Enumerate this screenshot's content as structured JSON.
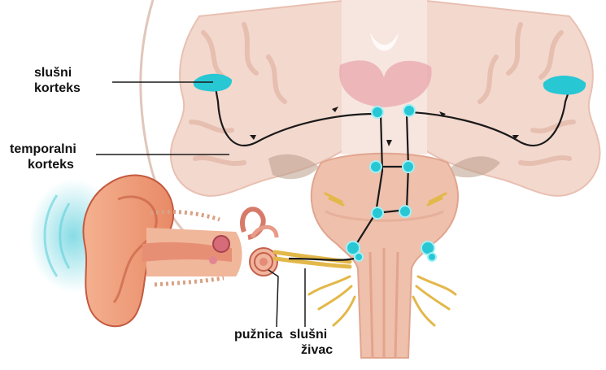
{
  "labels": {
    "auditory_cortex": [
      "slušni",
      "korteks"
    ],
    "temporal_cortex": [
      "temporalni",
      "korteks"
    ],
    "cochlea": "pužnica",
    "auditory_nerve": [
      "slušni",
      "živac"
    ]
  },
  "colors": {
    "brain_tissue": "#f3d8cd",
    "brain_outline": "#e8c0b2",
    "brain_inner": "#f7e6df",
    "ventricle": "#e9a7ae",
    "brainstem": "#efc0ac",
    "ear_skin": "#ee9e78",
    "ear_dark": "#c45a3f",
    "auditory_nucleus": "#27c7d4",
    "pathway_line": "#1a1a1a",
    "nerve": "#e3b84a",
    "sound_wave": "#5fd0dc",
    "label_text": "#111111"
  },
  "icons": [
    "sound-wave-icon"
  ]
}
